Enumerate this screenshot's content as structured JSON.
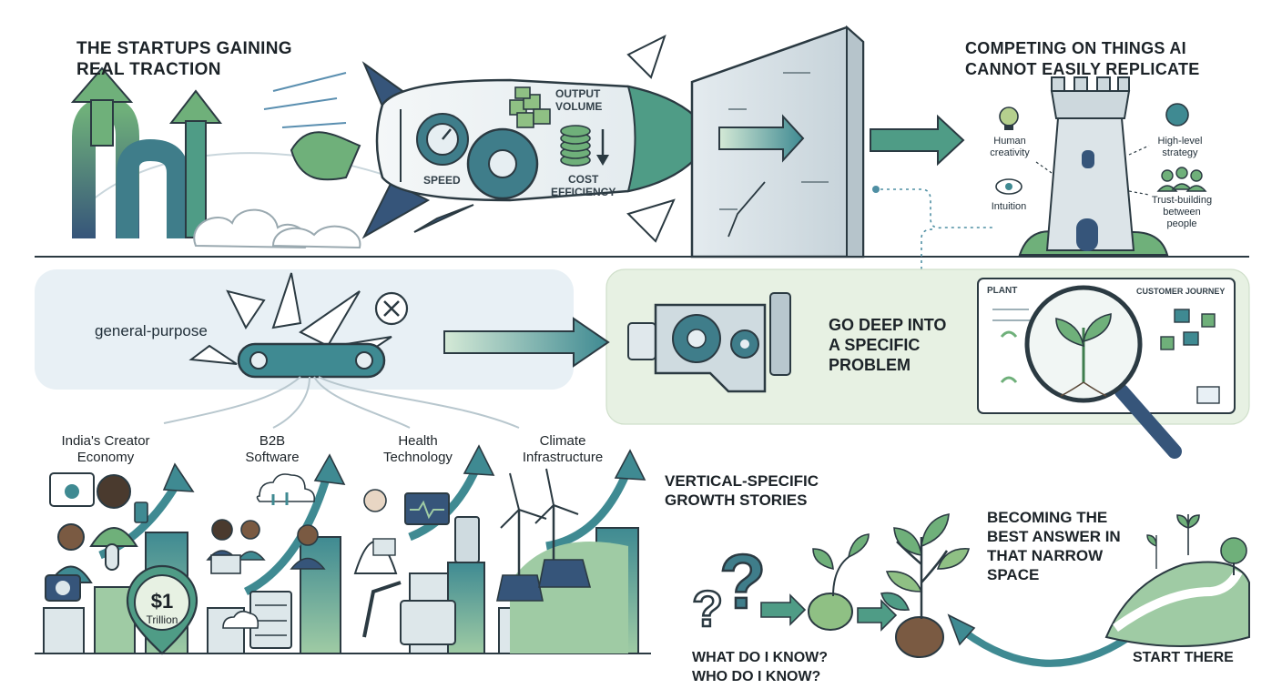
{
  "top": {
    "traction_title_1": "THE STARTUPS GAINING",
    "traction_title_2": "REAL TRACTION",
    "rocket_speed": "SPEED",
    "rocket_output_1": "OUTPUT",
    "rocket_output_2": "VOLUME",
    "rocket_cost_1": "COST",
    "rocket_cost_2": "EFFICIENCY",
    "competing_title_1": "COMPETING ON THINGS AI",
    "competing_title_2": "CANNOT EASILY REPLICATE",
    "tower_human_1": "Human",
    "tower_human_2": "creativity",
    "tower_strategy_1": "High-level",
    "tower_strategy_2": "strategy",
    "tower_intuition": "Intuition",
    "tower_trust_1": "Trust-building",
    "tower_trust_2": "between",
    "tower_trust_3": "people"
  },
  "middle": {
    "general_purpose": "general-purpose",
    "go_deep_1": "GO DEEP INTO",
    "go_deep_2": "A SPECIFIC",
    "go_deep_3": "PROBLEM",
    "panel_plant": "PLANT",
    "panel_journey": "CUSTOMER JOURNEY"
  },
  "verticals": {
    "creator_1": "India's Creator",
    "creator_2": "Economy",
    "b2b_1": "B2B",
    "b2b_2": "Software",
    "health_1": "Health",
    "health_2": "Technology",
    "climate_1": "Climate",
    "climate_2": "Infrastructure",
    "pin_value": "$1",
    "pin_unit": "Trillion"
  },
  "bottom_right": {
    "vertical_title_1": "VERTICAL-SPECIFIC",
    "vertical_title_2": "GROWTH STORIES",
    "question_1": "WHAT DO I KNOW?",
    "question_2": "WHO DO I KNOW?",
    "best_answer_1": "BECOMING THE",
    "best_answer_2": "BEST ANSWER IN",
    "best_answer_3": "THAT NARROW",
    "best_answer_4": "SPACE",
    "start_there": "START THERE"
  },
  "colors": {
    "teal": "#3f8a92",
    "navy": "#36557a",
    "green": "#6fb07a",
    "light_green": "#e7f1e3",
    "light_blue": "#e8f0f5",
    "stroke": "#2b3a42"
  }
}
